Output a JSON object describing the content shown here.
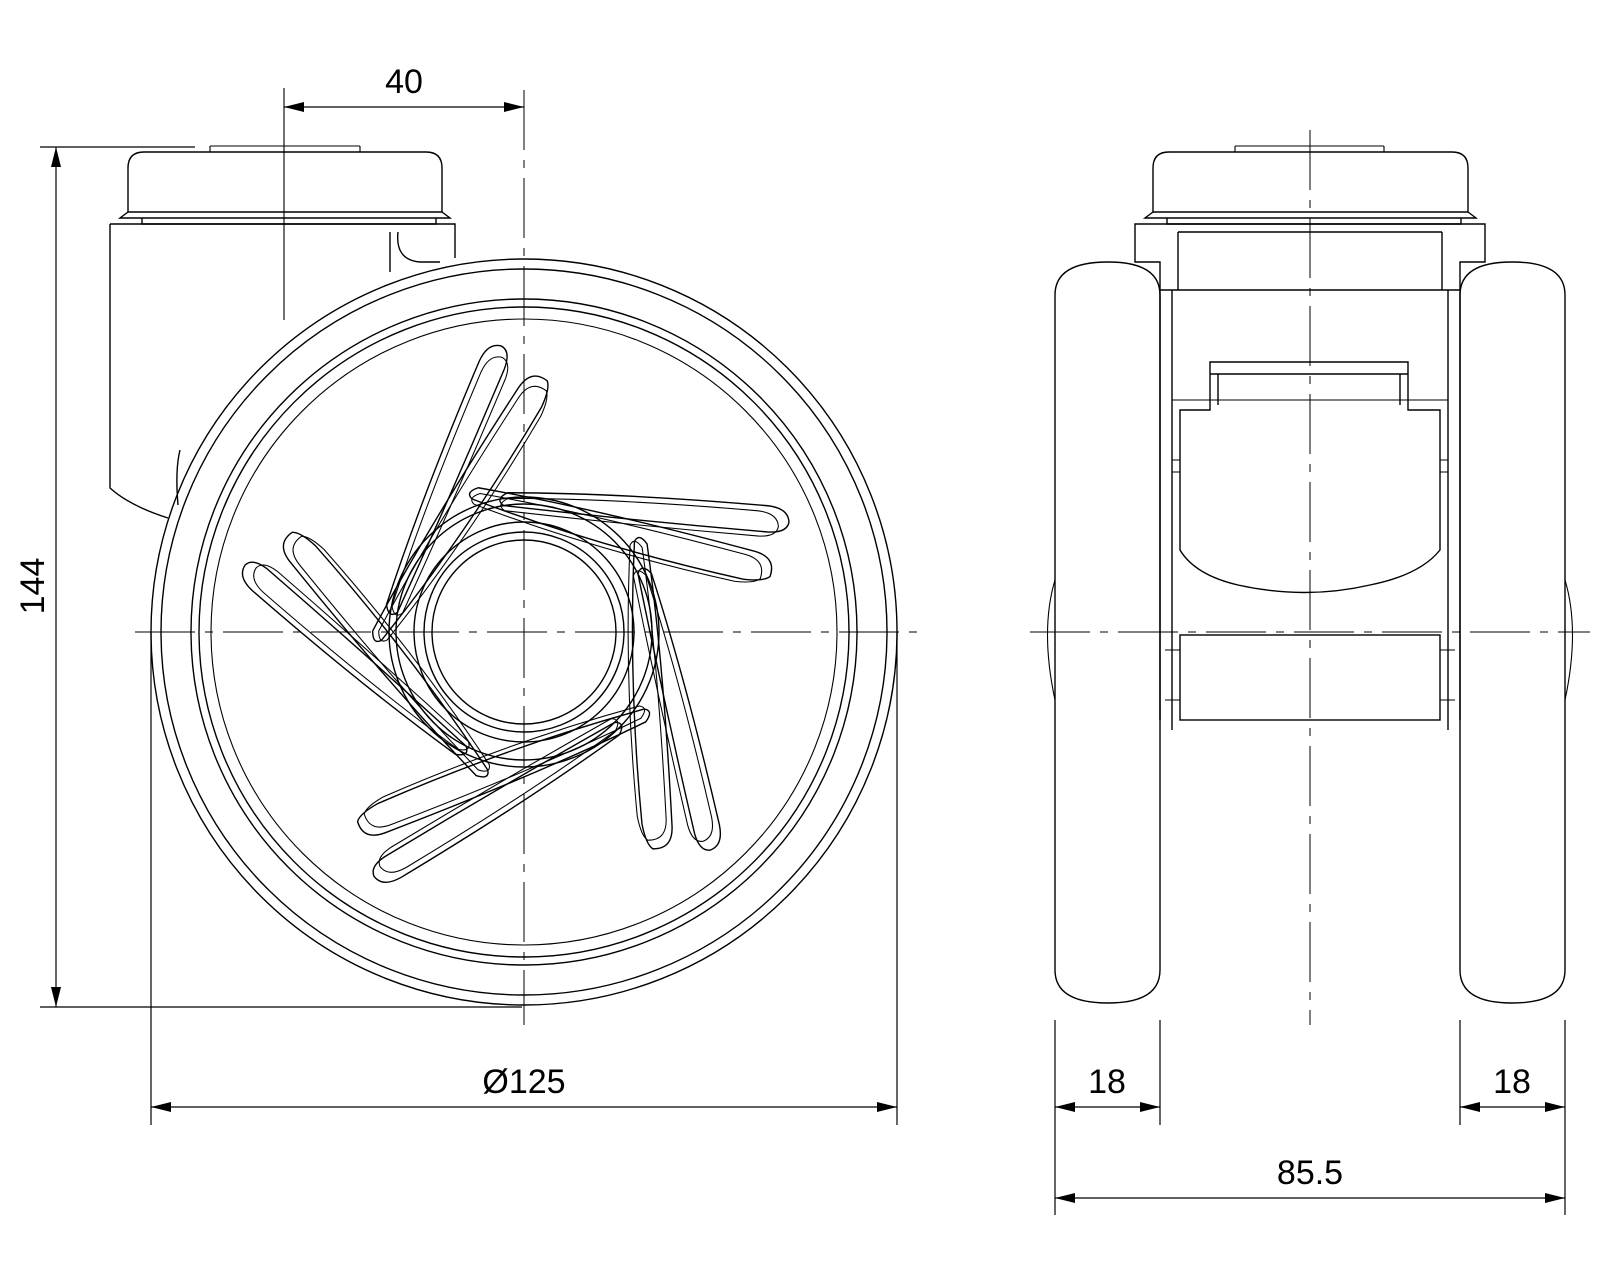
{
  "dimensions": {
    "offset": "40",
    "height": "144",
    "wheel_diameter": "Ø125",
    "left_tread_width": "18",
    "right_tread_width": "18",
    "overall_width": "85.5"
  },
  "colors": {
    "line": "#000000",
    "background": "#ffffff"
  }
}
